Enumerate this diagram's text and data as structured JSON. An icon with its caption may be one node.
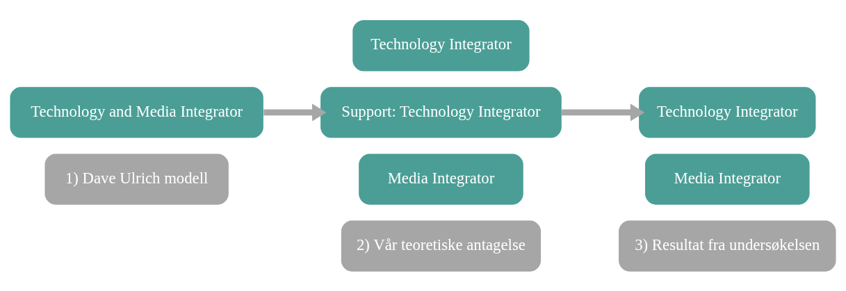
{
  "diagram": {
    "nodes": [
      {
        "text": [
          "Technology and Media Integrator"
        ]
      },
      {
        "text": [
          "1) Dave Ulrich modell"
        ]
      },
      {
        "text": [
          "Technology Integrator"
        ]
      },
      {
        "text": [
          "Support: Technology Integrator"
        ]
      },
      {
        "text": [
          "Media Integrator"
        ]
      },
      {
        "text": [
          "2) Vår teoretiske antagelse"
        ]
      },
      {
        "text": [
          "Technology Integrator"
        ]
      },
      {
        "text": [
          "Media Integrator"
        ]
      },
      {
        "text": [
          "3) Resultat fra undersøkelsen"
        ]
      }
    ],
    "edges": [
      {
        "from": 0,
        "to": 3,
        "arrow": "to"
      },
      {
        "from": 3,
        "to": 6,
        "arrow": "to"
      }
    ]
  }
}
